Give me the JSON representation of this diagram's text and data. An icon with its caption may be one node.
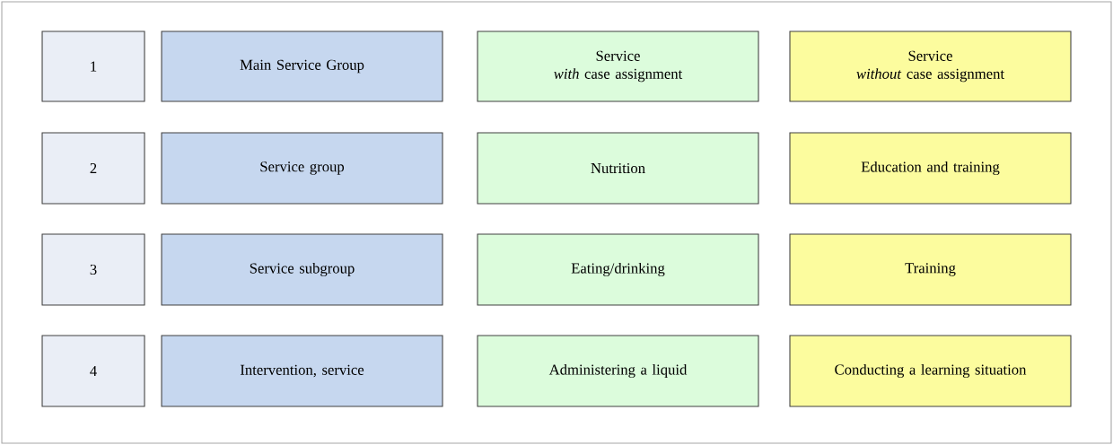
{
  "diagram": {
    "nodes": [
      {
        "text": [
          "1"
        ]
      },
      {
        "text": [
          "Main Service Group"
        ]
      },
      {
        "text": [
          "Service",
          "*with* case assignment"
        ]
      },
      {
        "text": [
          "Service",
          "*without* case assignment"
        ]
      },
      {
        "text": [
          "2"
        ]
      },
      {
        "text": [
          "Service group"
        ]
      },
      {
        "text": [
          "Nutrition"
        ]
      },
      {
        "text": [
          "Education and training"
        ]
      },
      {
        "text": [
          "3"
        ]
      },
      {
        "text": [
          "Service subgroup"
        ]
      },
      {
        "text": [
          "Eating/drinking"
        ]
      },
      {
        "text": [
          "Training"
        ]
      },
      {
        "text": [
          "4"
        ]
      },
      {
        "text": [
          "Intervention, service"
        ]
      },
      {
        "text": [
          "Administering a liquid"
        ]
      },
      {
        "text": [
          "Conducting a learning situation"
        ]
      }
    ]
  }
}
